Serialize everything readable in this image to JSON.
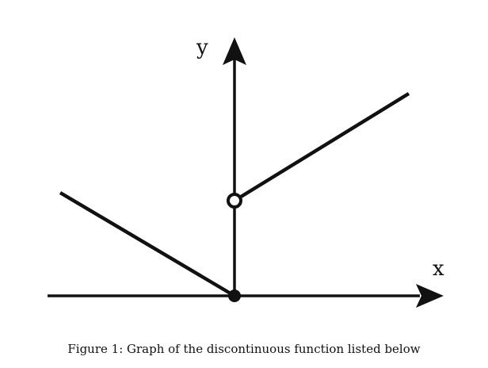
{
  "figure": {
    "caption": "Figure 1: Graph of the discontinuous function listed below",
    "x_axis_label": "x",
    "y_axis_label": "y",
    "stroke_color": "#111111",
    "background_color": "#ffffff"
  },
  "chart_data": {
    "type": "line",
    "title": "",
    "xlabel": "x",
    "ylabel": "y",
    "xlim": [
      -2.4,
      2.4
    ],
    "ylim": [
      0,
      3.3
    ],
    "grid": false,
    "segments": [
      {
        "from": [
          -2.2,
          1.3
        ],
        "to": [
          0,
          0
        ]
      },
      {
        "from": [
          0,
          1.2
        ],
        "to": [
          2.2,
          2.55
        ]
      }
    ],
    "points": [
      {
        "x": 0,
        "y": 0,
        "style": "filled"
      },
      {
        "x": 0,
        "y": 1.2,
        "style": "open"
      }
    ]
  }
}
